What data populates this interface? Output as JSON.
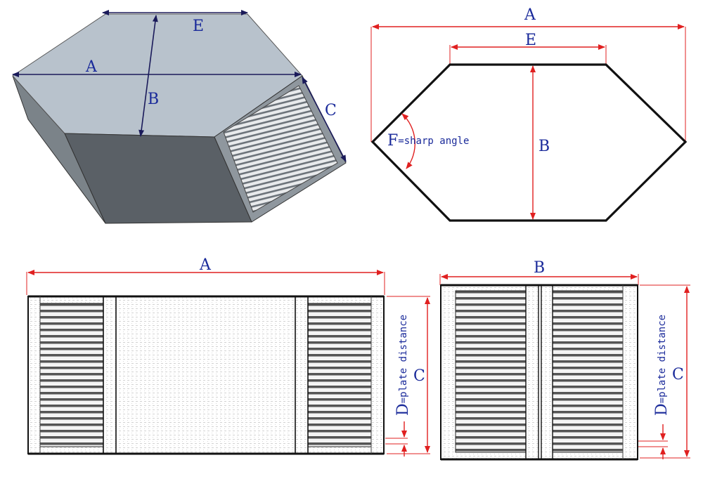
{
  "iso_view": {
    "labels": {
      "a": "A",
      "b": "B",
      "c": "C",
      "e": "E"
    }
  },
  "top_view": {
    "labels": {
      "a": "A",
      "b": "B",
      "e": "E"
    },
    "angle_note": {
      "letter": "F",
      "text": "=sharp angle"
    }
  },
  "side_view": {
    "labels": {
      "a": "A",
      "c": "C"
    },
    "plate_note": {
      "letter": "D",
      "text": "=plate distance"
    }
  },
  "end_view": {
    "labels": {
      "b": "B",
      "c": "C"
    },
    "plate_note": {
      "letter": "D",
      "text": "=plate distance"
    }
  },
  "colors": {
    "dimension_red": "#e02020",
    "label_blue": "#1a2a9a",
    "outline": "#111111",
    "top_face": "#b8c2cc",
    "front_face": "#5a6066",
    "side_face": "#8f979e"
  }
}
